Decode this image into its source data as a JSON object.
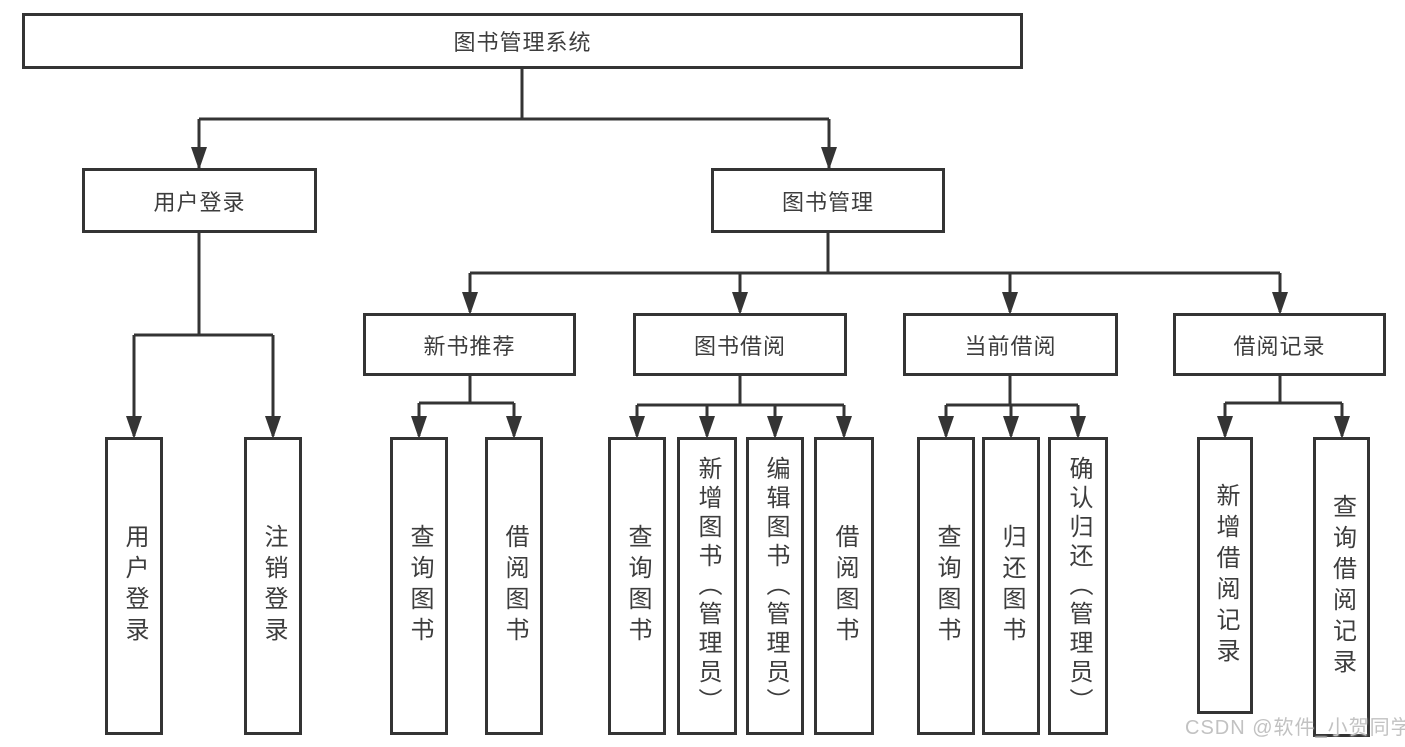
{
  "nodes": {
    "root": "图书管理系统",
    "user_login": "用户登录",
    "book_mgmt": "图书管理",
    "new_book_rec": "新书推荐",
    "book_borrow": "图书借阅",
    "current_borrow": "当前借阅",
    "borrow_records": "借阅记录",
    "leaf_user_login": "用户登录",
    "leaf_logout": "注销登录",
    "leaf_nb_query": "查询图书",
    "leaf_nb_borrow": "借阅图书",
    "leaf_bb_query": "查询图书",
    "leaf_bb_add": "新增图书（管理员）",
    "leaf_bb_edit": "编辑图书（管理员）",
    "leaf_bb_borrow": "借阅图书",
    "leaf_cb_query": "查询图书",
    "leaf_cb_return": "归还图书",
    "leaf_cb_confirm": "确认归还（管理员）",
    "leaf_br_add": "新增借阅记录",
    "leaf_br_query": "查询借阅记录"
  },
  "hierarchy": {
    "图书管理系统": [
      "用户登录",
      "图书管理"
    ],
    "用户登录": [
      "用户登录",
      "注销登录"
    ],
    "图书管理": [
      "新书推荐",
      "图书借阅",
      "当前借阅",
      "借阅记录"
    ],
    "新书推荐": [
      "查询图书",
      "借阅图书"
    ],
    "图书借阅": [
      "查询图书",
      "新增图书（管理员）",
      "编辑图书（管理员）",
      "借阅图书"
    ],
    "当前借阅": [
      "查询图书",
      "归还图书",
      "确认归还（管理员）"
    ],
    "借阅记录": [
      "新增借阅记录",
      "查询借阅记录"
    ]
  },
  "watermark": "CSDN @软件_小贺同学",
  "colors": {
    "line": "#343434",
    "box_border": "#343434",
    "text": "#3d3d3d",
    "watermark": "#c2c2c2",
    "background": "#ffffff"
  }
}
